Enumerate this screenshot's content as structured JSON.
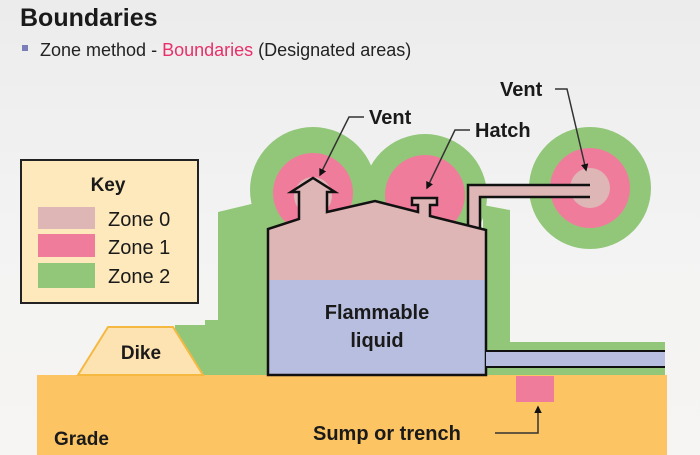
{
  "title": "Boundaries",
  "subtitle": {
    "prefix": "Zone method - ",
    "highlight": "Boundaries",
    "suffix": " (Designated areas)"
  },
  "key": {
    "title": "Key",
    "items": [
      {
        "label": "Zone 0",
        "color": "#dfb6b6"
      },
      {
        "label": "Zone 1",
        "color": "#f07c9c"
      },
      {
        "label": "Zone 2",
        "color": "#92c77a"
      }
    ]
  },
  "labels": {
    "vent_left": "Vent",
    "hatch": "Hatch",
    "vent_right": "Vent",
    "tank_line1": "Flammable",
    "tank_line2": "liquid",
    "dike": "Dike",
    "grade": "Grade",
    "sump": "Sump or trench"
  },
  "colors": {
    "zone0": "#dfb6b6",
    "zone1": "#f07c9c",
    "zone2": "#92c77a",
    "liquid": "#b8bedf",
    "grade": "#fcc463",
    "dike": "#fde3b2",
    "key_bg": "#fde9bc",
    "highlight": "#e8306a"
  }
}
